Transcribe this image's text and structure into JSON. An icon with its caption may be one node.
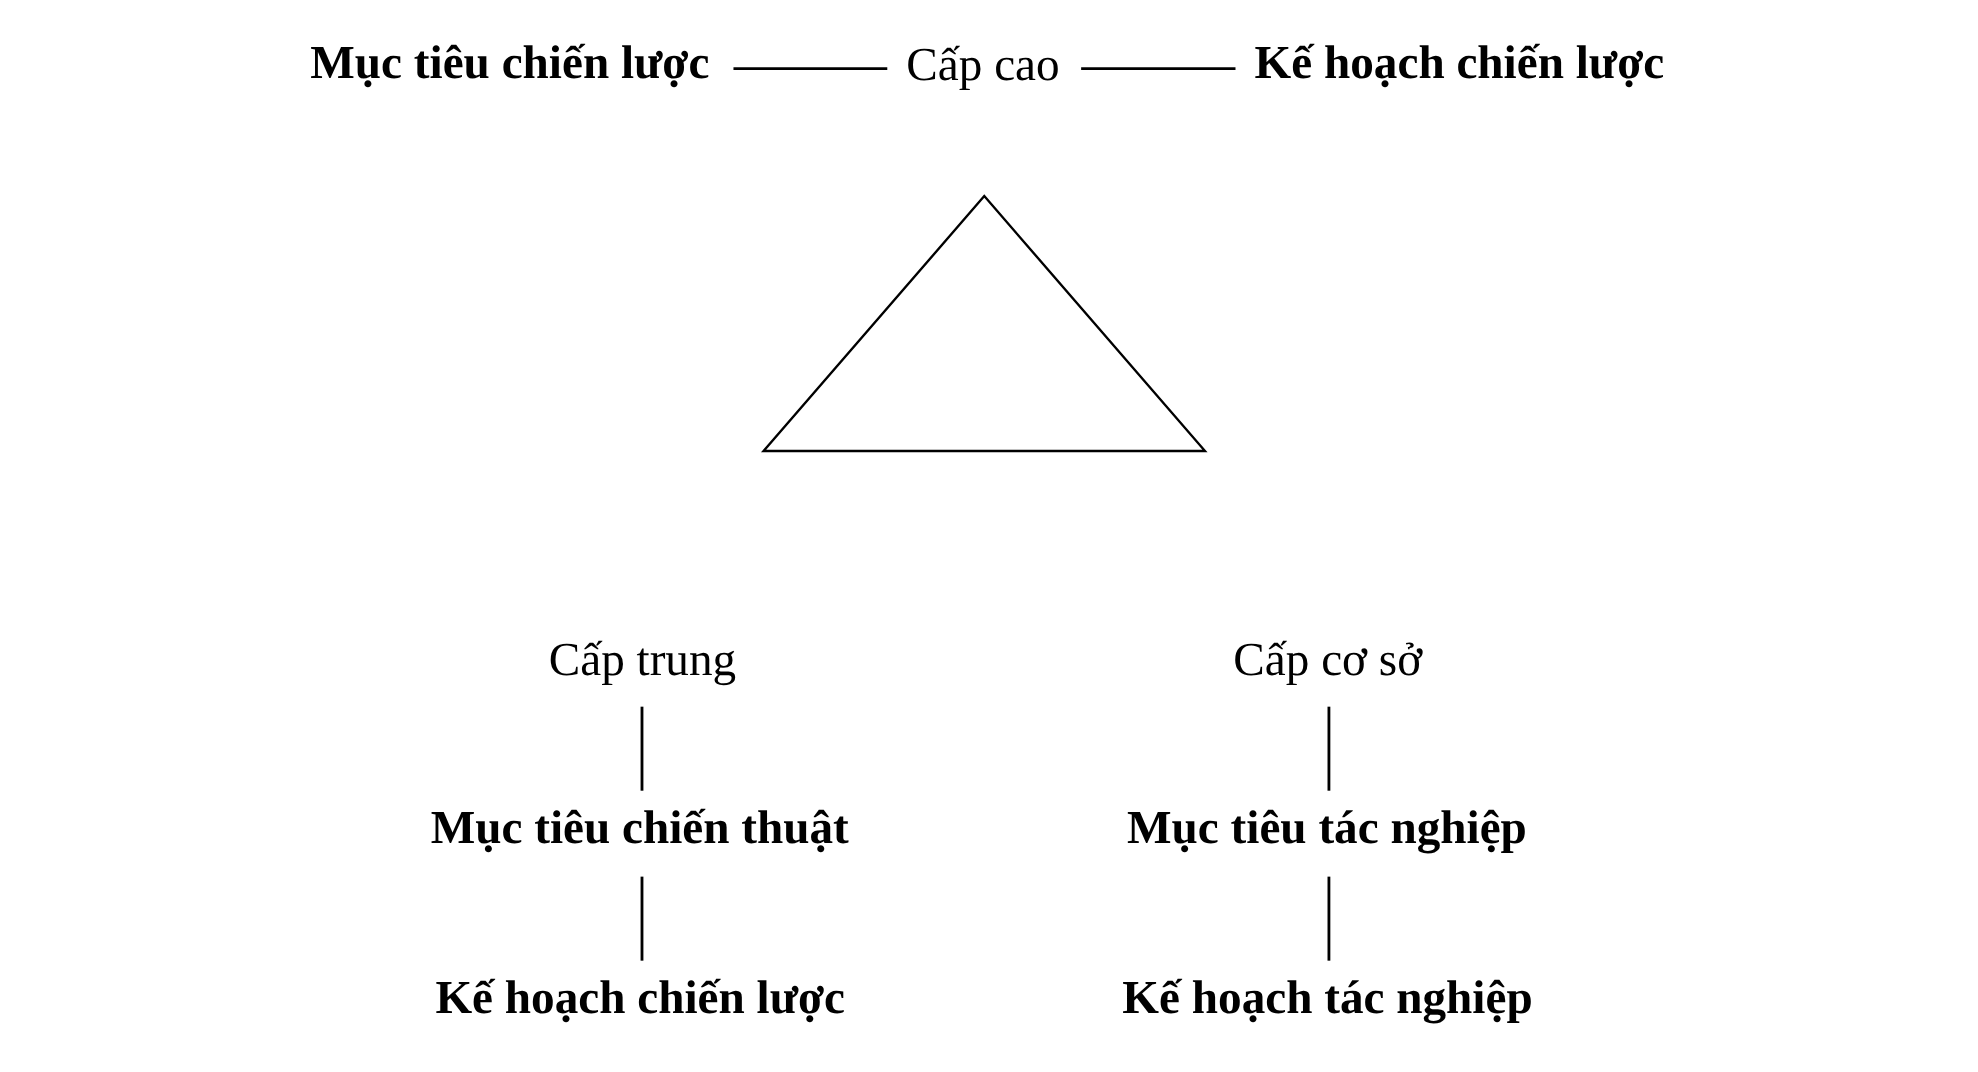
{
  "diagram": {
    "nodes": [
      {
        "text": [
          "Mục tiêu chiến lược"
        ]
      },
      {
        "text": [
          "Cấp cao"
        ]
      },
      {
        "text": [
          "Kế hoạch chiến lược"
        ]
      },
      {
        "text": [],
        "shape": "triangle"
      },
      {
        "text": [
          "Cấp trung"
        ]
      },
      {
        "text": [
          "Cấp cơ sở"
        ]
      },
      {
        "text": [
          "Mục tiêu chiến thuật"
        ]
      },
      {
        "text": [
          "Mục tiêu tác nghiệp"
        ]
      },
      {
        "text": [
          "Kế hoạch chiến lược"
        ]
      },
      {
        "text": [
          "Kế hoạch tác nghiệp"
        ]
      }
    ],
    "edges": [
      {
        "from": 0,
        "to": 1,
        "arrow": "none"
      },
      {
        "from": 1,
        "to": 2,
        "arrow": "none"
      },
      {
        "from": 4,
        "to": 6,
        "arrow": "none"
      },
      {
        "from": 6,
        "to": 8,
        "arrow": "none"
      },
      {
        "from": 5,
        "to": 7,
        "arrow": "none"
      },
      {
        "from": 7,
        "to": 9,
        "arrow": "none"
      }
    ]
  }
}
